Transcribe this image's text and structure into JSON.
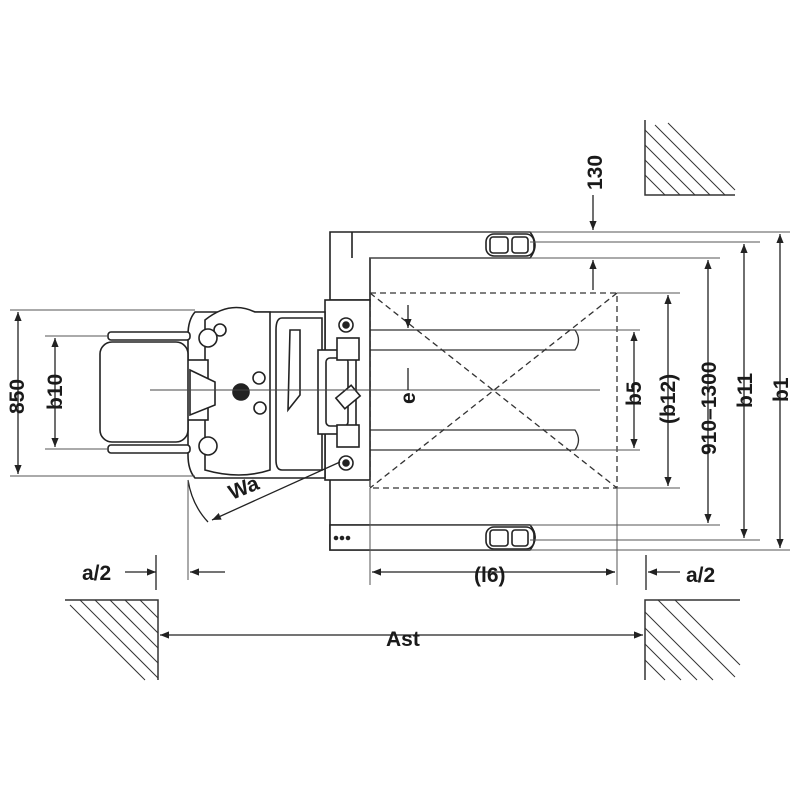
{
  "dimensions": {
    "d130": "130",
    "d850": "850",
    "b10": "b10",
    "e": "e",
    "b5": "b5",
    "b12": "(b12)",
    "width_range": "910–1300",
    "b11": "b11",
    "b1": "b1",
    "wa": "Wa",
    "a2_left": "a/2",
    "l6": "(l6)",
    "a2_right": "a/2",
    "ast": "Ast"
  },
  "colors": {
    "line": "#222222",
    "light_line": "#555555",
    "hatch": "#333333"
  }
}
